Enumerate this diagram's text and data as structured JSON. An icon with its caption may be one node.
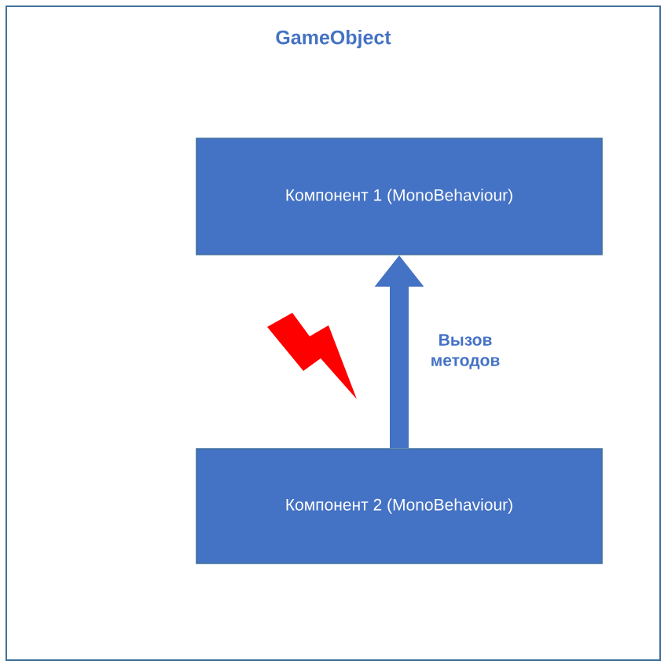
{
  "diagram": {
    "nodes": [
      {
        "text": [
          "GameObject"
        ]
      },
      {
        "text": [
          "Компонент 1  (MonoBehaviour)"
        ],
        "in": 0
      },
      {
        "text": [
          "Компонент 2  (MonoBehaviour)"
        ],
        "in": 0
      }
    ],
    "edges": [
      {
        "from": 2,
        "to": 1,
        "arrow": "to",
        "label": "Вызов методов"
      }
    ]
  }
}
